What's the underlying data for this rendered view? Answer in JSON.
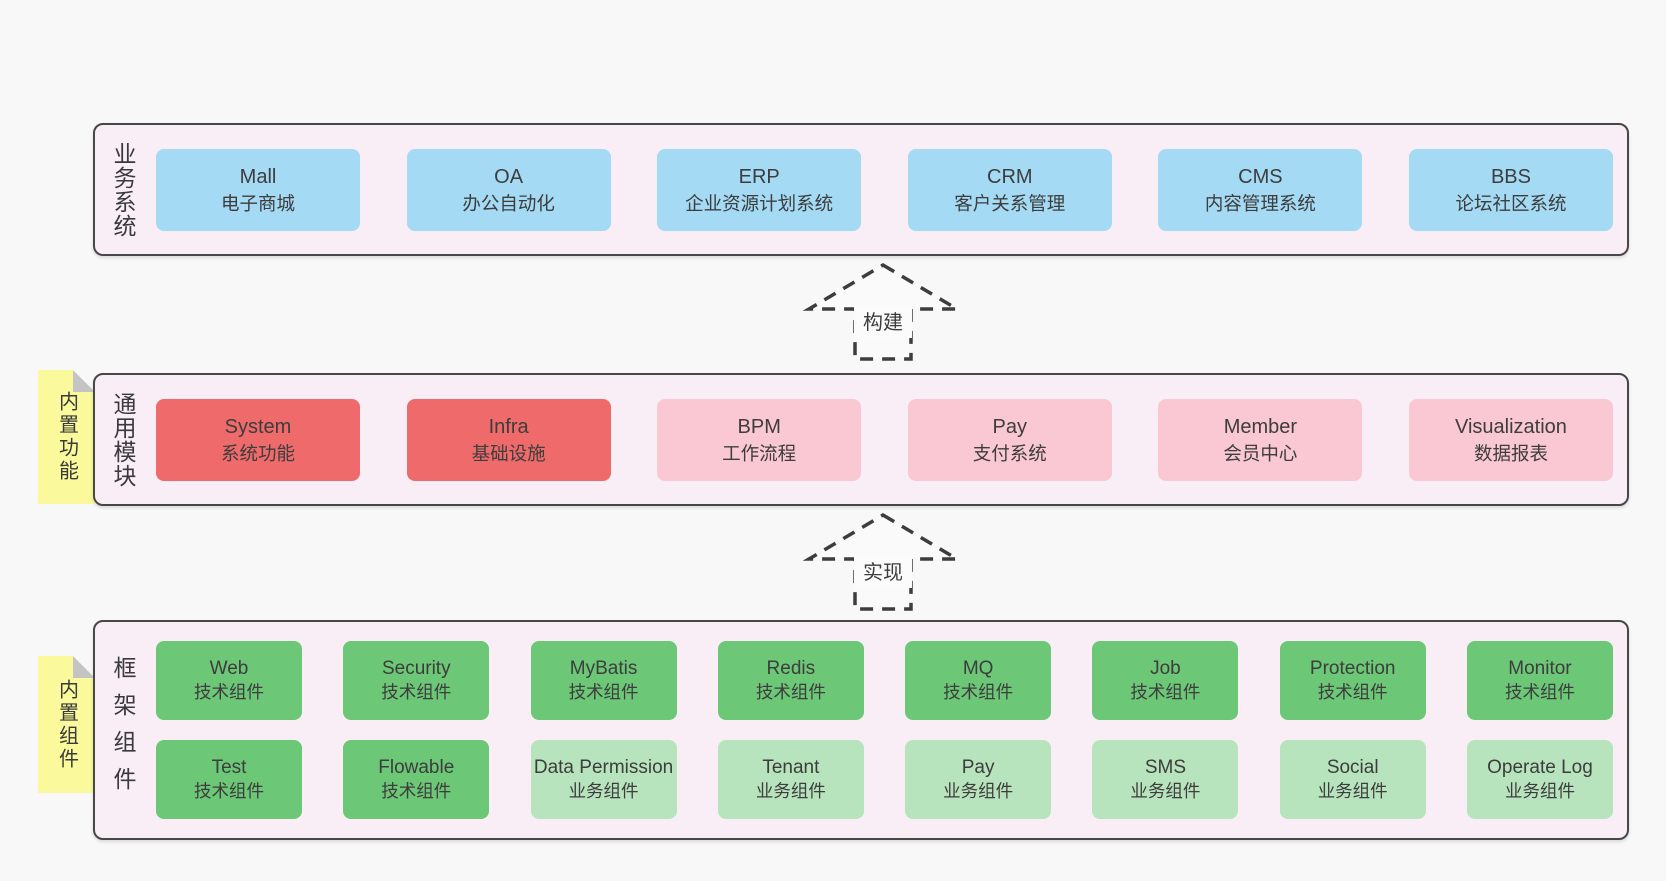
{
  "colors": {
    "page_bg": "#f8f8f8",
    "band_bg": "#f9eef6",
    "band_border": "#474747",
    "blue": "#a4daf4",
    "red": "#ef6a6a",
    "pink": "#f9c8d2",
    "green": "#6cc777",
    "green_light": "#b7e4bd",
    "tag_bg": "#fafa9c",
    "tag_fold": "#c4c4c4",
    "text": "#3d3d3d"
  },
  "arrows": [
    {
      "label": "构建"
    },
    {
      "label": "实现"
    }
  ],
  "layers": [
    {
      "id": "business-systems",
      "label": "业务系统",
      "boxes": [
        {
          "name": "Mall",
          "desc": "电子商城",
          "variant": "blue"
        },
        {
          "name": "OA",
          "desc": "办公自动化",
          "variant": "blue"
        },
        {
          "name": "ERP",
          "desc": "企业资源计划系统",
          "variant": "blue"
        },
        {
          "name": "CRM",
          "desc": "客户关系管理",
          "variant": "blue"
        },
        {
          "name": "CMS",
          "desc": "内容管理系统",
          "variant": "blue"
        },
        {
          "name": "BBS",
          "desc": "论坛社区系统",
          "variant": "blue"
        }
      ]
    },
    {
      "id": "common-modules",
      "label": "通用模块",
      "tag": "内置功能",
      "boxes": [
        {
          "name": "System",
          "desc": "系统功能",
          "variant": "red"
        },
        {
          "name": "Infra",
          "desc": "基础设施",
          "variant": "red"
        },
        {
          "name": "BPM",
          "desc": "工作流程",
          "variant": "pink"
        },
        {
          "name": "Pay",
          "desc": "支付系统",
          "variant": "pink"
        },
        {
          "name": "Member",
          "desc": "会员中心",
          "variant": "pink"
        },
        {
          "name": "Visualization",
          "desc": "数据报表",
          "variant": "pink"
        }
      ]
    },
    {
      "id": "framework-components",
      "label": "框架组件",
      "tag": "内置组件",
      "rows": [
        [
          {
            "name": "Web",
            "desc": "技术组件",
            "variant": "green"
          },
          {
            "name": "Security",
            "desc": "技术组件",
            "variant": "green"
          },
          {
            "name": "MyBatis",
            "desc": "技术组件",
            "variant": "green"
          },
          {
            "name": "Redis",
            "desc": "技术组件",
            "variant": "green"
          },
          {
            "name": "MQ",
            "desc": "技术组件",
            "variant": "green"
          },
          {
            "name": "Job",
            "desc": "技术组件",
            "variant": "green"
          },
          {
            "name": "Protection",
            "desc": "技术组件",
            "variant": "green"
          },
          {
            "name": "Monitor",
            "desc": "技术组件",
            "variant": "green"
          }
        ],
        [
          {
            "name": "Test",
            "desc": "技术组件",
            "variant": "green"
          },
          {
            "name": "Flowable",
            "desc": "技术组件",
            "variant": "green"
          },
          {
            "name": "Data Permission",
            "desc": "业务组件",
            "variant": "green_light"
          },
          {
            "name": "Tenant",
            "desc": "业务组件",
            "variant": "green_light"
          },
          {
            "name": "Pay",
            "desc": "业务组件",
            "variant": "green_light"
          },
          {
            "name": "SMS",
            "desc": "业务组件",
            "variant": "green_light"
          },
          {
            "name": "Social",
            "desc": "业务组件",
            "variant": "green_light"
          },
          {
            "name": "Operate Log",
            "desc": "业务组件",
            "variant": "green_light"
          }
        ]
      ]
    }
  ]
}
